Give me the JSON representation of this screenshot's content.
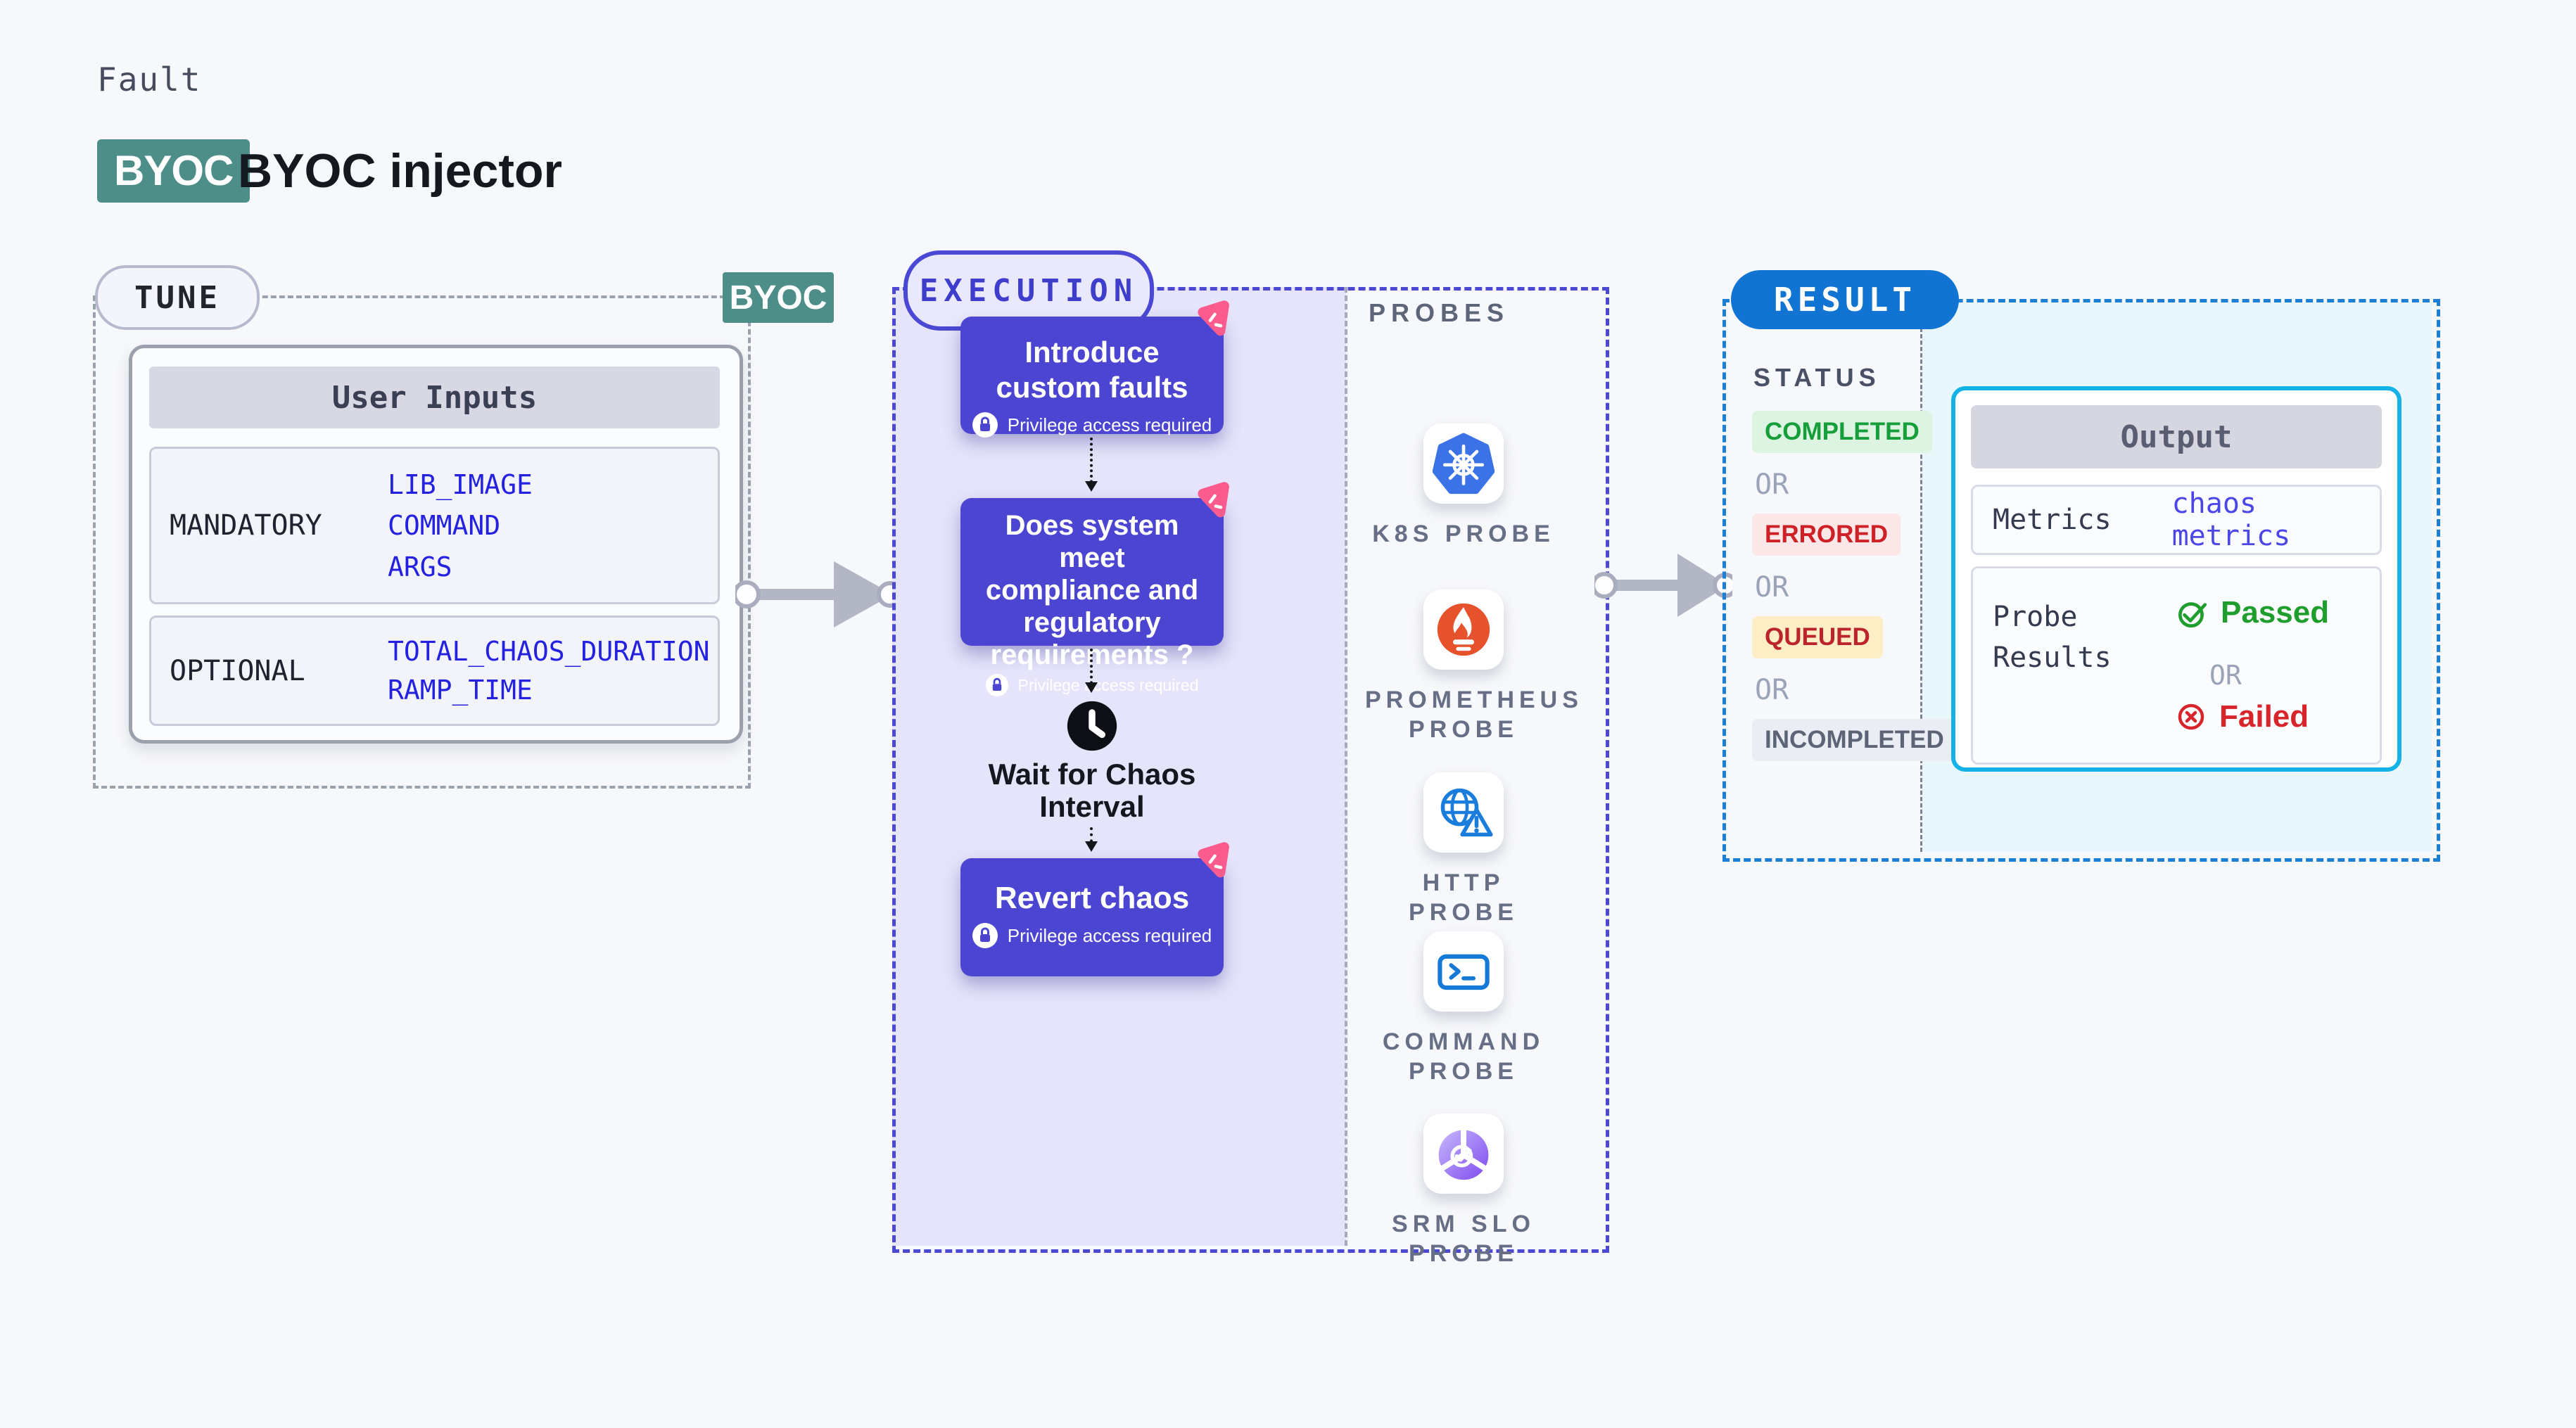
{
  "header": {
    "eyebrow": "Fault",
    "badge": "BYOC",
    "title": "BYOC injector"
  },
  "tune": {
    "pill": "TUNE",
    "corner_badge": "BYOC",
    "user_inputs": {
      "header": "User Inputs",
      "rows": [
        {
          "label": "MANDATORY",
          "values": [
            "LIB_IMAGE",
            "COMMAND",
            "ARGS"
          ]
        },
        {
          "label": "OPTIONAL",
          "values": [
            "TOTAL_CHAOS_DURATION",
            "RAMP_TIME"
          ]
        }
      ]
    }
  },
  "execution": {
    "pill": "EXECUTION",
    "steps": [
      {
        "title": "Introduce custom faults",
        "note": "Privilege access required"
      },
      {
        "title": "Does system meet compliance and regulatory requirements ?",
        "note": "Privilege access required"
      },
      {
        "title": "Wait for Chaos Interval"
      },
      {
        "title": "Revert chaos",
        "note": "Privilege access required"
      }
    ]
  },
  "probes": {
    "heading": "PROBES",
    "items": [
      {
        "label": "K8S PROBE",
        "icon": "kubernetes-icon"
      },
      {
        "label": "PROMETHEUS PROBE",
        "icon": "prometheus-icon"
      },
      {
        "label": "HTTP PROBE",
        "icon": "http-globe-icon"
      },
      {
        "label": "COMMAND PROBE",
        "icon": "terminal-icon"
      },
      {
        "label": "SRM SLO PROBE",
        "icon": "srm-slo-icon"
      }
    ]
  },
  "result": {
    "pill": "RESULT",
    "status": {
      "heading": "STATUS",
      "separator": "OR",
      "badges": [
        "COMPLETED",
        "ERRORED",
        "QUEUED",
        "INCOMPLETED"
      ]
    },
    "output": {
      "header": "Output",
      "metrics_label": "Metrics",
      "metrics_value": "chaos metrics",
      "probe_results_label": "Probe Results",
      "passed": "Passed",
      "or": "OR",
      "failed": "Failed"
    }
  },
  "colors": {
    "page_bg": "#f7f8fb",
    "teal_badge": "#4e8e88",
    "card_indigo": "#4b45d2",
    "execution_bg": "#e5e4fa",
    "execution_border": "#4b48d4",
    "tune_border": "#9aa2ae",
    "result_border": "#1b7fd6",
    "result_pill": "#1173d2",
    "result_panel_bg": "#e9f6fc",
    "output_border": "#14b2e6",
    "value_blue": "#2421e0",
    "metrics_value_blue": "#4a46e8",
    "passed_green": "#1f9e2e",
    "failed_red": "#d8242b",
    "completed_green": "#169e3a",
    "errored_red": "#ce2127",
    "queued_red": "#bb242d",
    "pink_icon": "#fb5b8d"
  }
}
